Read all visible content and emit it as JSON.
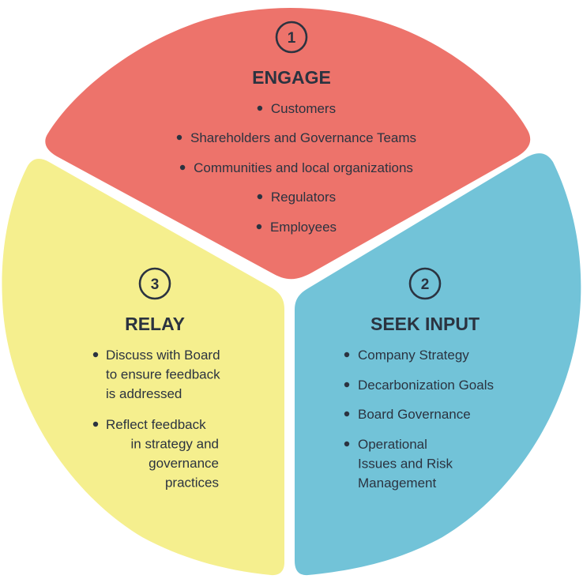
{
  "segments": {
    "engage": {
      "number": "1",
      "title": "ENGAGE",
      "color": "#ed736b",
      "items": [
        "Customers",
        "Shareholders and Governance Teams",
        "Communities and local organizations",
        "Regulators",
        "Employees"
      ]
    },
    "seek_input": {
      "number": "2",
      "title": "SEEK INPUT",
      "color": "#72c3d8",
      "items": [
        [
          "Company Strategy"
        ],
        [
          "Decarbonization Goals"
        ],
        [
          "Board Governance"
        ],
        [
          "Operational",
          "Issues and Risk",
          "Management"
        ]
      ]
    },
    "relay": {
      "number": "3",
      "title": "RELAY",
      "color": "#f5ef8e",
      "items": [
        [
          "Discuss with Board",
          "to ensure feedback",
          "is addressed"
        ],
        [
          "Reflect feedback",
          "in strategy and",
          "governance",
          "practices"
        ]
      ]
    },
    "ink_color": "#2b3340"
  }
}
